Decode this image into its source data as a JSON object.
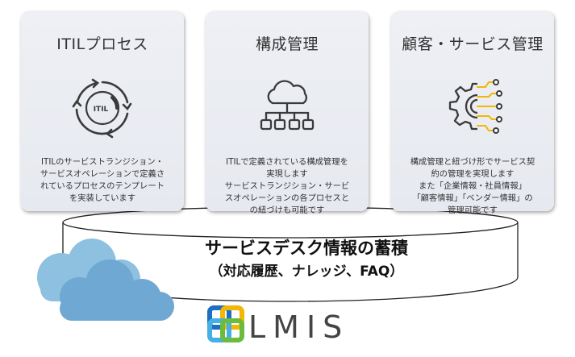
{
  "cards": [
    {
      "title": "ITILプロセス",
      "icon": "itil-cycle-icon",
      "icon_label": "ITIL",
      "description": "ITILのサービストランジション・\nサービスオペレーションで定義さ\nれているプロセスのテンプレート\nを実装しています"
    },
    {
      "title": "構成管理",
      "icon": "cloud-network-icon",
      "description": "ITILで定義されている構成管理を\n実現します\nサービストランジション・サービ\nスオペレーションの各プロセスと\nの紐づけも可能です"
    },
    {
      "title": "顧客・サービス管理",
      "icon": "gear-circuit-icon",
      "description": "構成管理と紐づけ形でサービス契\n約の管理を実現します\nまた「企業情報・社員情報」\n「顧客情報」「ベンダー情報」の\n管理可能です"
    }
  ],
  "base": {
    "title": "サービスデスク情報の蓄積",
    "subtitle": "（対応履歴、ナレッジ、FAQ）"
  },
  "logo": {
    "text": "LMIS"
  },
  "colors": {
    "card_bg": "#eceff4",
    "icon_stroke": "#3a3a3a",
    "accent_yellow": "#f2b705",
    "cloud_blue": "#7fb5d9",
    "logo_blue": "#1e6fc2",
    "logo_yellow": "#f2b705",
    "logo_green": "#6cbb3c",
    "logo_lightblue": "#45b0e5"
  }
}
